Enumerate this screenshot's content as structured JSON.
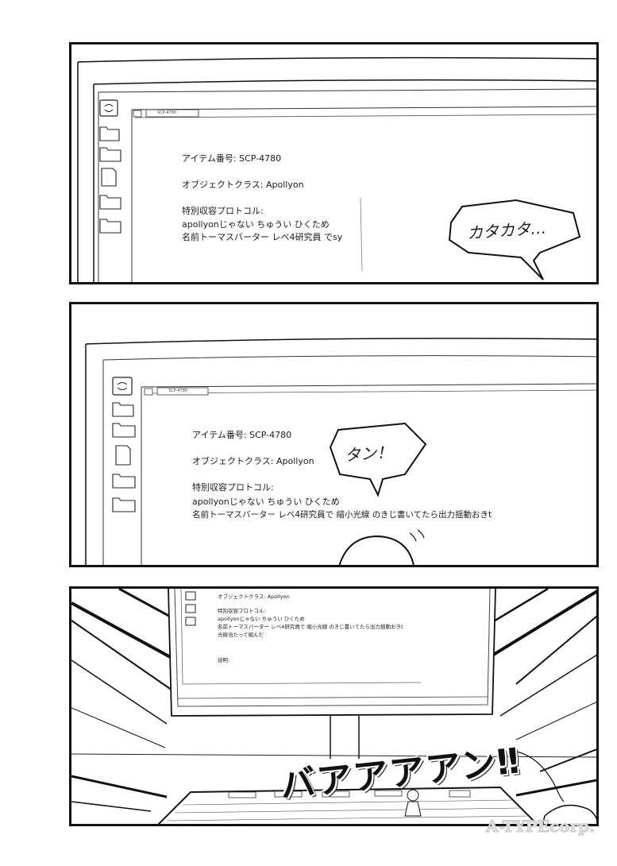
{
  "panel1": {
    "tab_label": "SCP-4780",
    "doc_lines": [
      "アイテム番号: SCP-4780",
      "オブジェクトクラス: Apollyon",
      "特別収容プロトコル:",
      "apollyonじゃない ちゅうい ひくため",
      "名前トーマスバーター レベ4研究員 でsy"
    ],
    "sfx": "カタカタ…"
  },
  "panel2": {
    "tab_label": "SCP-4780",
    "doc_lines": [
      "アイテム番号: SCP-4780",
      "オブジェクトクラス: Apollyon",
      "特別収容プロトコル:",
      "apollyonじゃない ちゅうい ひくため",
      "名前トーマスバーター レベ4研究員で 縮小光線 のきじ書いてたら出力揺動おきt"
    ],
    "sfx": "タン！"
  },
  "panel3": {
    "doc_lines": [
      "オブジェクトクラス: Apollyon",
      "特別収容プロトコル:",
      "apollyonじゃない ちゅうい ひくため",
      "名前トーマスバーター レベ4研究員で 縮小光線 のきじ書いてたら出力揺動おきt",
      "光線当たって縮んだ",
      "説明:"
    ],
    "sfx": "バアアアアン‼"
  },
  "watermark": "A-TYPEcorp."
}
